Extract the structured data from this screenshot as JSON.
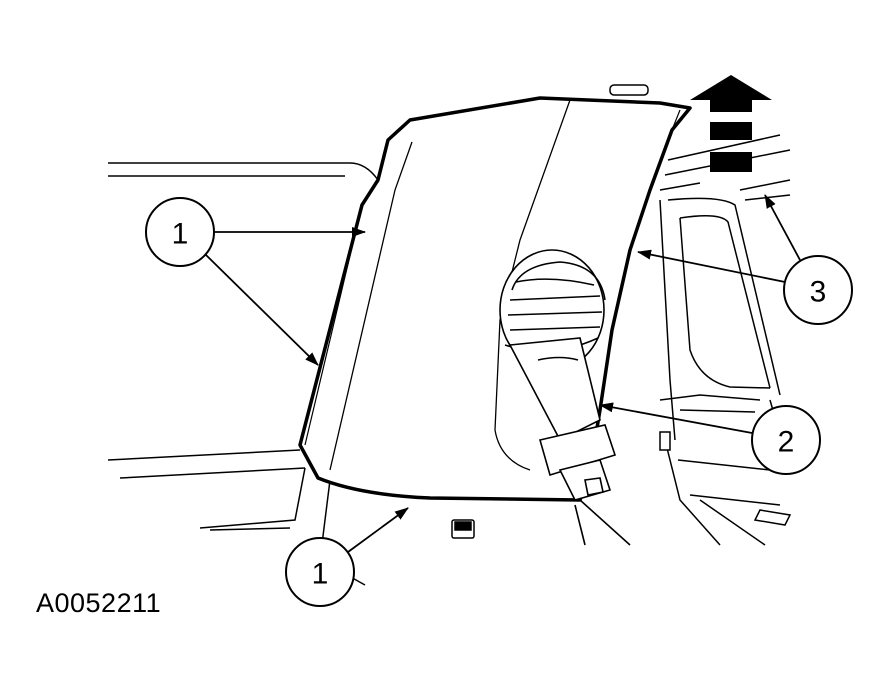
{
  "figure": {
    "id_label": "A0052211"
  },
  "callouts": {
    "c1_top": "1",
    "c1_bottom": "1",
    "c2": "2",
    "c3": "3"
  },
  "colors": {
    "line": "#000000",
    "background": "#ffffff"
  }
}
